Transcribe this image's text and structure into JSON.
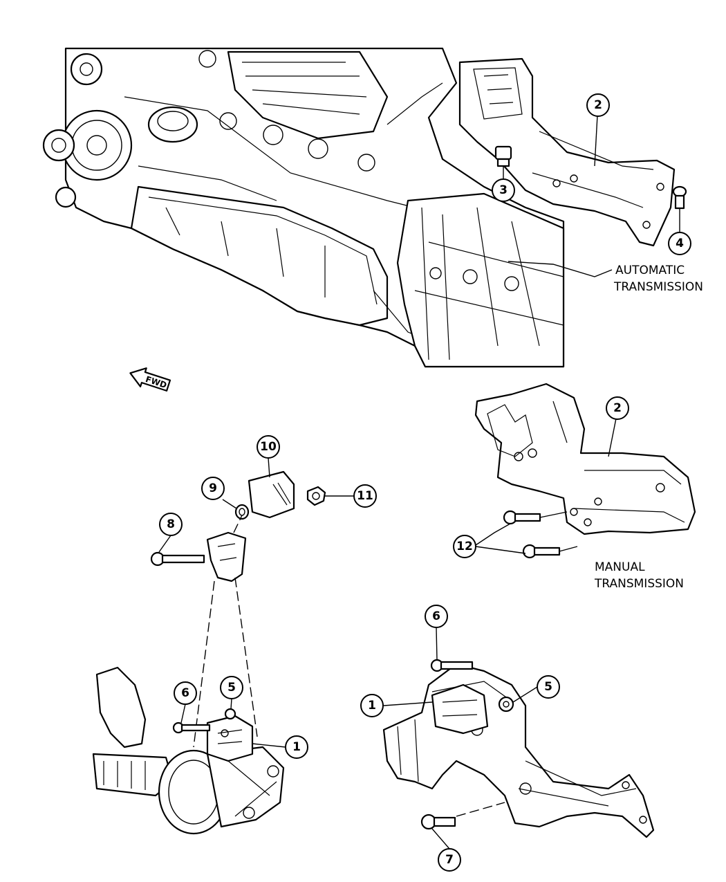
{
  "captions": {
    "automatic_line1": "AUTOMATIC",
    "automatic_line2": "TRANSMISSION",
    "manual_line1": "MANUAL",
    "manual_line2": "TRANSMISSION"
  },
  "fwd_label": "FWD",
  "callouts": {
    "c1a": "1",
    "c1b": "1",
    "c2a": "2",
    "c2b": "2",
    "c3": "3",
    "c4": "4",
    "c5a": "5",
    "c5b": "5",
    "c6a": "6",
    "c6b": "6",
    "c7": "7",
    "c8": "8",
    "c9": "9",
    "c10": "10",
    "c11": "11",
    "c12": "12"
  }
}
